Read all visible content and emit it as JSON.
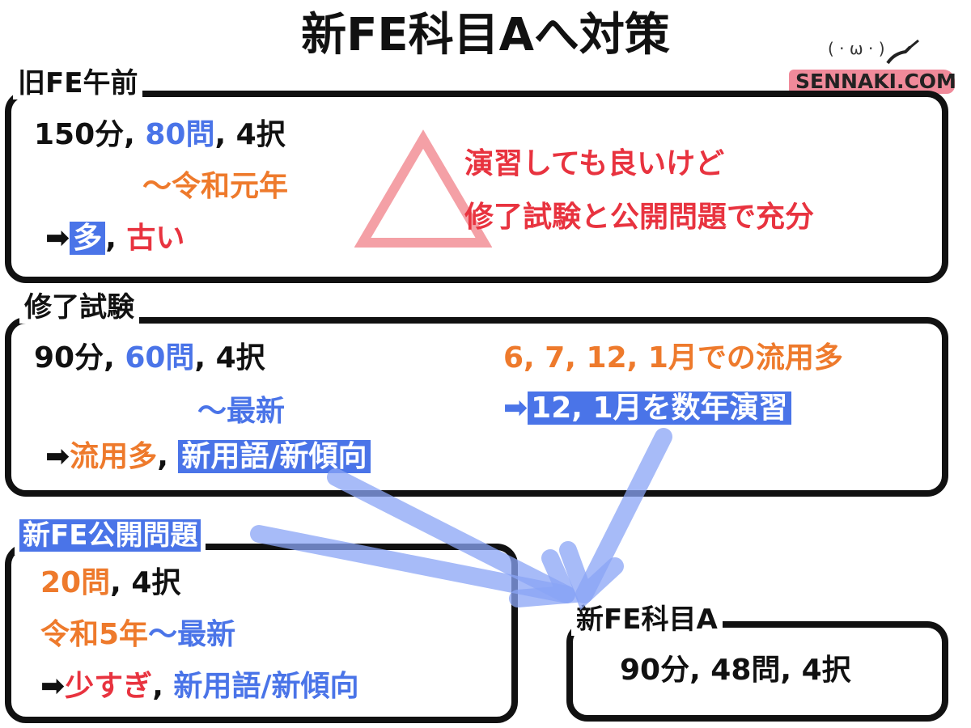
{
  "title": "新FE科目Aへ対策",
  "watermark": {
    "face": "( · ω · )",
    "site": "SENNAKI.COM"
  },
  "arrow_glyph": "➡",
  "old_fe": {
    "label": "旧FE午前",
    "spec_time": "150分, ",
    "spec_questions": "80問",
    "spec_choices": ", 4択",
    "period": "〜令和元年",
    "note_many": "多",
    "note_sep": ", ",
    "note_old": "古い",
    "advice_line1": "演習しても良いけど",
    "advice_line2": "修了試験と公開問題で充分"
  },
  "completion_exam": {
    "label": "修了試験",
    "spec_time": "90分, ",
    "spec_questions": "60問",
    "spec_choices": ", 4択",
    "period": "〜最新",
    "note_reuse": "流用多",
    "note_sep": ", ",
    "note_new": "新用語/新傾向",
    "reuse_note": "6, 7, 12, 1月での流用多",
    "practice_note": "12, 1月を数年演習"
  },
  "public_questions": {
    "label": "新FE公開問題",
    "spec_questions": "20問",
    "spec_choices": ", 4択",
    "period_start": "令和5年",
    "period_end": "〜最新",
    "note_few": "少すぎ",
    "note_sep": ", ",
    "note_new": "新用語/新傾向"
  },
  "new_fe_a": {
    "label": "新FE科目A",
    "spec": "90分, 48問, 4択"
  },
  "colors": {
    "blue": "#4a74e8",
    "orange": "#ee7a2c",
    "red": "#e8333f",
    "triangle": "#f4a0a6",
    "arrow": "#8aa4f5"
  }
}
